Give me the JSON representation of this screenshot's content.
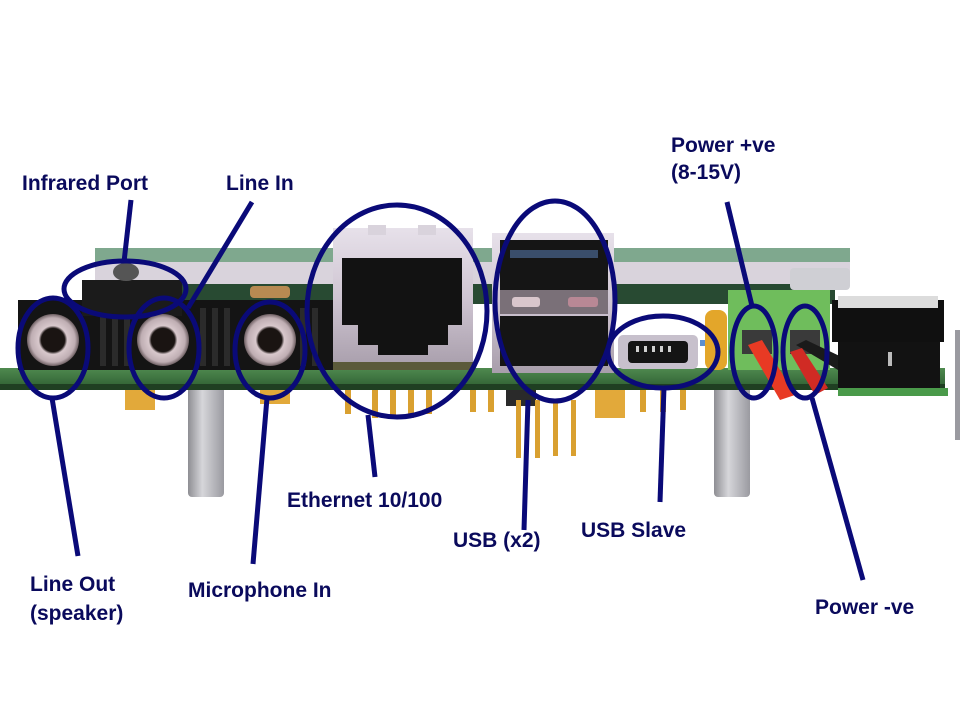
{
  "diagram": {
    "title": "Board connector ports (side view)",
    "annotation_color": "#0a0a78",
    "label_color": "#0a0a5c",
    "labels": {
      "infrared_port": "Infrared Port",
      "line_in": "Line In",
      "power_pos": "Power +ve",
      "power_pos_range": "(8-15V)",
      "ethernet": "Ethernet 10/100",
      "usb_x2": "USB (x2)",
      "usb_slave": "USB Slave",
      "line_out": "Line Out",
      "line_out_sub": "(speaker)",
      "microphone_in": "Microphone In",
      "power_neg": "Power -ve"
    }
  }
}
